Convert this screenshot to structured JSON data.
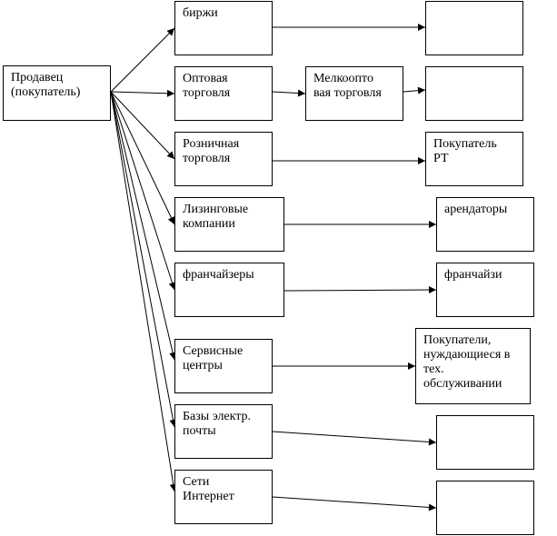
{
  "diagram": {
    "seller": "Продавец\n(покупатель)",
    "channels": {
      "exchanges": "биржи",
      "wholesale": "Оптовая\nторговля",
      "retail": "Розничная\nторговля",
      "leasing": "Лизинговые\nкомпании",
      "franchisers": "франчайзеры",
      "service": "Сервисные\nцентры",
      "email": "Базы электр.\nпочты",
      "internet": "Сети\nИнтернет"
    },
    "intermediary": {
      "small_wholesale": "Мелкоопто\nвая торговля"
    },
    "buyers": {
      "exchanges": "",
      "wholesale": "",
      "retail": "Покупатель\nРТ",
      "leasing": "арендаторы",
      "franchisers": "франчайзи",
      "service": "Покупатели,\nнуждающиеся в\nтех.\nобслуживании",
      "email": "",
      "internet": ""
    }
  }
}
